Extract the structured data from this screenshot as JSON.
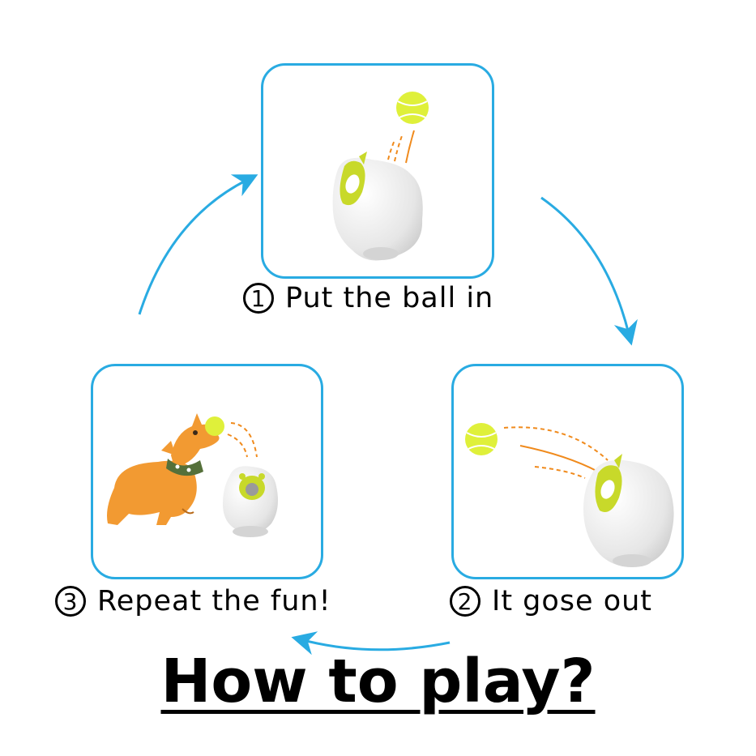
{
  "steps": [
    {
      "number": "1",
      "label": "Put the ball in"
    },
    {
      "number": "2",
      "label": "It gose out"
    },
    {
      "number": "3",
      "label": "Repeat the fun!"
    }
  ],
  "title": "How to play?",
  "colors": {
    "frame": "#29abe2",
    "arrow": "#29abe2",
    "ball": "#dff03a",
    "launcher_accent": "#c8d92a",
    "motion_lines": "#f08a1c",
    "dog": "#f29a32"
  }
}
